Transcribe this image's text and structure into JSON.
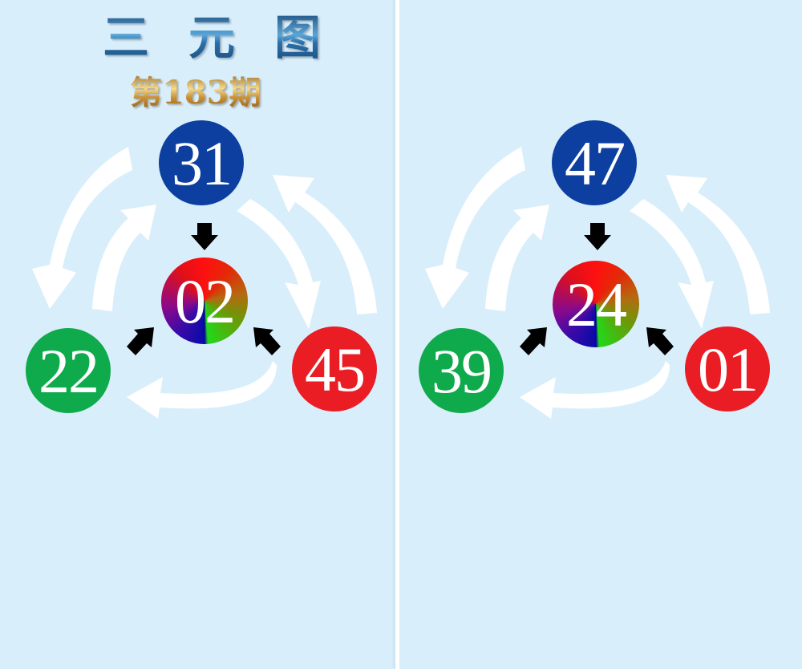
{
  "left_panel": {
    "title_chars": [
      "三",
      "元",
      "图"
    ],
    "issue_label": "第183期",
    "top_ball": {
      "number": "31",
      "color": "#0c3f9f"
    },
    "center_ball": {
      "number": "02"
    },
    "left_ball": {
      "number": "22",
      "color": "#0faa4b"
    },
    "right_ball": {
      "number": "45",
      "color": "#ea1c24"
    }
  },
  "right_panel": {
    "top_ball": {
      "number": "47",
      "color": "#0c3f9f"
    },
    "center_ball": {
      "number": "24"
    },
    "left_ball": {
      "number": "39",
      "color": "#0faa4b"
    },
    "right_ball": {
      "number": "01",
      "color": "#ea1c24"
    }
  },
  "colors": {
    "background": "#d9eefb",
    "cycle_arrows": "#ffffff",
    "pointer_arrows": "#000000"
  }
}
